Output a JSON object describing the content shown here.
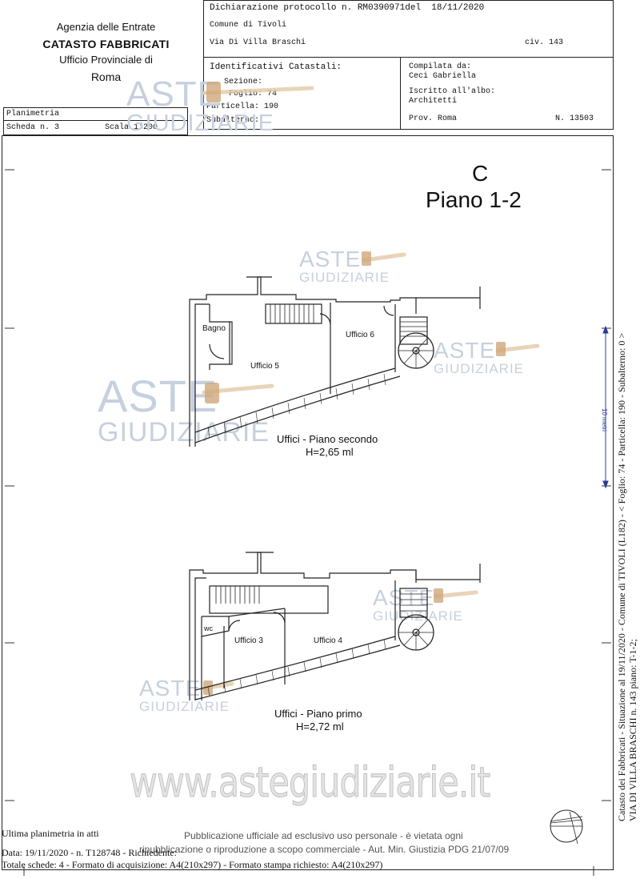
{
  "header_left": {
    "agency": "Agenzia delle Entrate",
    "catasto": "CATASTO FABBRICATI",
    "office": "Ufficio Provinciale di",
    "city": "Roma"
  },
  "header_right": {
    "declaration": "Dichiarazione protocollo n. RM0390971del  18/11/2020",
    "comune": "Comune di Tivoli",
    "via": "Via Di Villa Braschi",
    "civ": "civ. 143",
    "identificativi": "Identificativi Catastali:",
    "sezione": "Sezione:",
    "foglio": "Foglio: 74",
    "particella": "Particella: 190",
    "subalterno": "Subalterno:",
    "compilata": "Compilata da:",
    "compilatore": "Ceci Gabriella",
    "iscritto": "Iscritto all'albo:",
    "albo": "Architetti",
    "prov": "Prov. Roma",
    "numero": "N. 13503"
  },
  "planimetria": {
    "label": "Planimetria",
    "scheda": "Scheda n. 3",
    "scala": "Scala 1:200"
  },
  "plan": {
    "letter": "C",
    "piano": "Piano 1-2",
    "upper_rooms": {
      "bagno": "Bagno",
      "ufficio5": "Ufficio 5",
      "ufficio6": "Ufficio 6"
    },
    "upper_caption": "Uffici - Piano secondo",
    "upper_height": "H=2,65 ml",
    "lower_rooms": {
      "wc": "wc",
      "ufficio3": "Ufficio 3",
      "ufficio4": "Ufficio 4"
    },
    "lower_caption": "Uffici - Piano primo",
    "lower_height": "H=2,72 ml",
    "scale_mark": "10 metri"
  },
  "watermark": {
    "aste": "ASTE",
    "giudiziarie": "GIUDIZIARIE",
    "site": "www.astegiudiziarie.it",
    "publication_1": "Pubblicazione ufficiale ad esclusivo uso personale - è vietata ogni",
    "publication_2": "ripubblicazione o riproduzione a scopo commerciale - Aut. Min. Giustizia PDG 21/07/09"
  },
  "footer": {
    "ultima": "Ultima planimetria in atti",
    "data": "Data: 19/11/2020 - n. T128748 - Richiedente:",
    "totale": "Totale schede: 4 - Formato di acquisizione: A4(210x297)  - Formato stampa richiesto: A4(210x297)"
  },
  "side": {
    "line1": "Catasto dei Fabbricati - Situazione al 19/11/2020 - Comune di TIVOLI (L182) - < Foglio: 74 - Particella: 190 - Subalterno: 0 >",
    "line2": "VIA DI VILLA BRASCHI n. 143 piano: T-1-2;"
  }
}
